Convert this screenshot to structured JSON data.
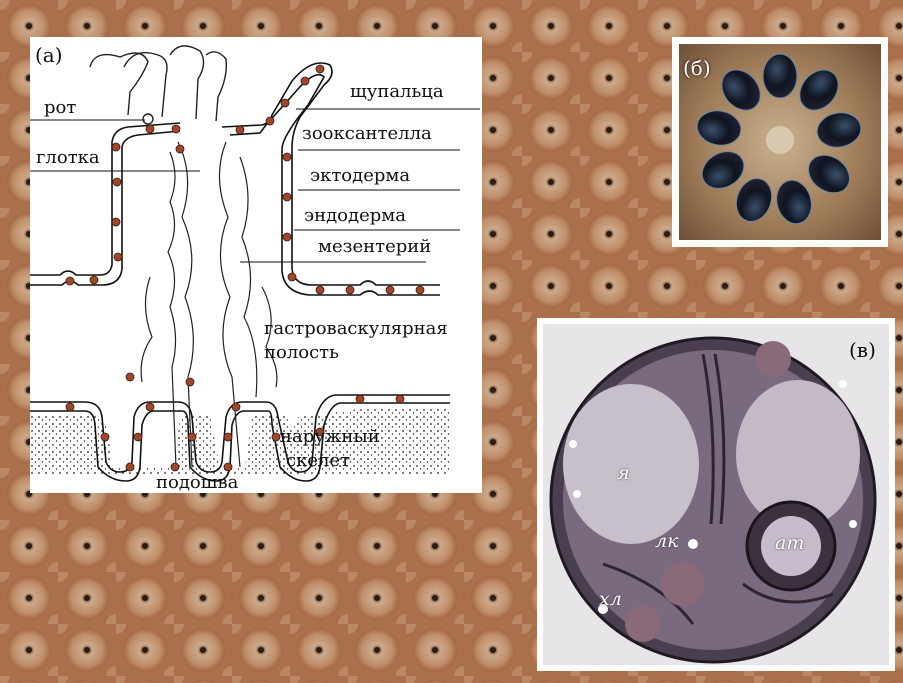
{
  "panel_a": {
    "letter": "(a)",
    "labels": {
      "mouth": "рот",
      "pharynx": "глотка",
      "tentacles": "щупальца",
      "zooxanthella": "зооксантелла",
      "ectoderm": "эктодерма",
      "endoderm": "эндодерма",
      "mesentery": "мезентерий",
      "gastro_line1": "гастроваскулярная",
      "gastro_line2": "полость",
      "skeleton_line1": "наружный",
      "skeleton_line2": "скелет",
      "sole": "подошва"
    },
    "colors": {
      "zooxanthella": "#a0472b"
    }
  },
  "panel_b": {
    "letter": "(б)"
  },
  "panel_c": {
    "letter": "(в)",
    "labels": {
      "nucleus": "я",
      "lipid": "лк",
      "chloroplast": "хл",
      "accumulation": "ат"
    }
  }
}
